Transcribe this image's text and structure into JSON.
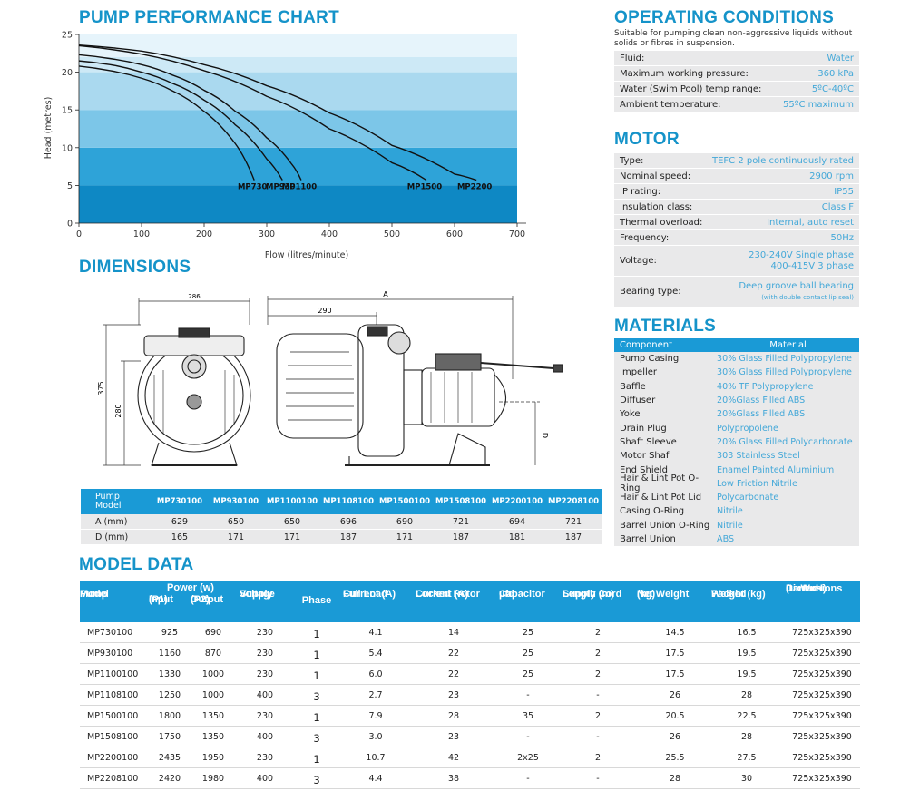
{
  "sections": {
    "performance": "PUMP PERFORMANCE CHART",
    "dimensions": "DIMENSIONS",
    "model_data": "MODEL DATA",
    "operating": "OPERATING CONDITIONS",
    "motor": "MOTOR",
    "materials": "MATERIALS"
  },
  "chart_data": {
    "type": "line",
    "title": "",
    "xlabel": "Flow (litres/minute)",
    "ylabel": "Head (metres)",
    "xlim": [
      0,
      700
    ],
    "ylim": [
      0,
      25
    ],
    "x_ticks": [
      "0",
      "100",
      "200",
      "300",
      "400",
      "500",
      "600",
      "700"
    ],
    "y_ticks": [
      "0",
      "5",
      "10",
      "15",
      "20",
      "25"
    ],
    "series": [
      {
        "name": "MP730",
        "points": [
          [
            0,
            20.8
          ],
          [
            50,
            20.2
          ],
          [
            100,
            19.2
          ],
          [
            150,
            17.5
          ],
          [
            200,
            14.8
          ],
          [
            250,
            10.5
          ],
          [
            280,
            5.7
          ]
        ]
      },
      {
        "name": "MP930",
        "points": [
          [
            0,
            21.5
          ],
          [
            50,
            21.0
          ],
          [
            100,
            20.0
          ],
          [
            150,
            18.5
          ],
          [
            200,
            16.3
          ],
          [
            250,
            13.0
          ],
          [
            300,
            8.5
          ],
          [
            325,
            5.7
          ]
        ]
      },
      {
        "name": "MP1100",
        "points": [
          [
            0,
            22.3
          ],
          [
            50,
            21.8
          ],
          [
            100,
            21.0
          ],
          [
            150,
            19.6
          ],
          [
            200,
            17.6
          ],
          [
            250,
            14.8
          ],
          [
            300,
            11.3
          ],
          [
            340,
            7.8
          ],
          [
            355,
            5.7
          ]
        ]
      },
      {
        "name": "MP1500",
        "points": [
          [
            0,
            23.5
          ],
          [
            100,
            22.4
          ],
          [
            200,
            20.2
          ],
          [
            300,
            16.8
          ],
          [
            400,
            12.5
          ],
          [
            500,
            8.0
          ],
          [
            555,
            5.7
          ]
        ]
      },
      {
        "name": "MP2200",
        "points": [
          [
            0,
            23.6
          ],
          [
            100,
            22.8
          ],
          [
            200,
            21.0
          ],
          [
            300,
            18.2
          ],
          [
            400,
            14.6
          ],
          [
            500,
            10.3
          ],
          [
            600,
            6.5
          ],
          [
            635,
            5.7
          ]
        ]
      }
    ]
  },
  "operating": {
    "description": "Suitable for pumping clean non-aggressive liquids without solids or fibres in suspension.",
    "rows": [
      {
        "k": "Fluid:",
        "v": "Water"
      },
      {
        "k": "Maximum working pressure:",
        "v": "360 kPa"
      },
      {
        "k": "Water (Swim Pool) temp range:",
        "v": "5ºC-40ºC"
      },
      {
        "k": "Ambient temperature:",
        "v": "55ºC maximum"
      }
    ]
  },
  "motor": {
    "rows": [
      {
        "k": "Type:",
        "v": "TEFC 2 pole continuously rated"
      },
      {
        "k": "Nominal speed:",
        "v": "2900 rpm"
      },
      {
        "k": "IP rating:",
        "v": "IP55"
      },
      {
        "k": "Insulation class:",
        "v": "Class F"
      },
      {
        "k": "Thermal overload:",
        "v": "Internal, auto reset"
      },
      {
        "k": "Frequency:",
        "v": "50Hz"
      }
    ],
    "voltage": {
      "k": "Voltage:",
      "v1": "230-240V Single phase",
      "v2": "400-415V 3 phase"
    },
    "bearing": {
      "k": "Bearing type:",
      "v1": "Deep groove ball bearing",
      "v2": "(with double contact lip seal)"
    }
  },
  "materials": {
    "header": [
      "Component",
      "Material"
    ],
    "rows": [
      [
        "Pump Casing",
        "30% Glass Filled Polypropylene"
      ],
      [
        "Impeller",
        "30% Glass Filled Polypropylene"
      ],
      [
        "Baffle",
        "40% TF Polypropylene"
      ],
      [
        "Diffuser",
        "20%Glass Filled ABS"
      ],
      [
        "Yoke",
        "20%Glass Filled ABS"
      ],
      [
        "Drain Plug",
        "Polypropolene"
      ],
      [
        "Shaft Sleeve",
        "20% Glass Filled Polycarbonate"
      ],
      [
        "Motor Shaf",
        "303 Stainless Steel"
      ],
      [
        "End Shield",
        "Enamel Painted Aluminium"
      ],
      [
        "Hair & Lint Pot O-Ring",
        "Low Friction Nitrile"
      ],
      [
        "Hair & Lint Pot Lid",
        "Polycarbonate"
      ],
      [
        "Casing O-Ring",
        "Nitrile"
      ],
      [
        "Barrel Union O-Ring",
        "Nitrile"
      ],
      [
        "Barrel Union",
        "ABS"
      ]
    ]
  },
  "drawing": {
    "w286": "286",
    "w290": "290",
    "a": "A",
    "h375": "375",
    "h280": "280",
    "d": "D"
  },
  "dim_table": {
    "head1": "Pump",
    "head2": "Model",
    "models": [
      "MP730100",
      "MP930100",
      "MP1100100",
      "MP1108100",
      "MP1500100",
      "MP1508100",
      "MP2200100",
      "MP2208100"
    ],
    "rows": [
      {
        "label": "A (mm)",
        "vals": [
          "629",
          "650",
          "650",
          "696",
          "690",
          "721",
          "694",
          "721"
        ]
      },
      {
        "label": "D (mm)",
        "vals": [
          "165",
          "171",
          "171",
          "187",
          "171",
          "187",
          "181",
          "187"
        ]
      }
    ]
  },
  "model_table": {
    "headers": {
      "pump": "Pump",
      "model": "Model",
      "power": "Power (w)",
      "input": "Input",
      "p1": "(P1)",
      "output": "Output",
      "p2": "(P2)",
      "supply": "Supply",
      "voltage": "Voltage",
      "phase": "Phase",
      "fl1": "Full Load",
      "fl2": "Current (A)",
      "lr1": "Locked Rotor",
      "lr2": "Current (A)",
      "cap1": "Capacitor",
      "cap2": "µfd",
      "cord1": "Supply Cord",
      "cord2": "Length (m)",
      "nw1": "Net Weight",
      "nw2": "(kg)",
      "pw1": "Packed",
      "pw2": "Weight (kg)",
      "cd1": "Carton",
      "cd2": "Dimensions",
      "cd3": "(LxWxH)"
    },
    "rows": [
      [
        "MP730100",
        "925",
        "690",
        "230",
        "1",
        "4.1",
        "14",
        "25",
        "2",
        "14.5",
        "16.5",
        "725x325x390"
      ],
      [
        "MP930100",
        "1160",
        "870",
        "230",
        "1",
        "5.4",
        "22",
        "25",
        "2",
        "17.5",
        "19.5",
        "725x325x390"
      ],
      [
        "MP1100100",
        "1330",
        "1000",
        "230",
        "1",
        "6.0",
        "22",
        "25",
        "2",
        "17.5",
        "19.5",
        "725x325x390"
      ],
      [
        "MP1108100",
        "1250",
        "1000",
        "400",
        "3",
        "2.7",
        "23",
        "-",
        "-",
        "26",
        "28",
        "725x325x390"
      ],
      [
        "MP1500100",
        "1800",
        "1350",
        "230",
        "1",
        "7.9",
        "28",
        "35",
        "2",
        "20.5",
        "22.5",
        "725x325x390"
      ],
      [
        "MP1508100",
        "1750",
        "1350",
        "400",
        "3",
        "3.0",
        "23",
        "-",
        "-",
        "26",
        "28",
        "725x325x390"
      ],
      [
        "MP2200100",
        "2435",
        "1950",
        "230",
        "1",
        "10.7",
        "42",
        "2x25",
        "2",
        "25.5",
        "27.5",
        "725x325x390"
      ],
      [
        "MP2208100",
        "2420",
        "1980",
        "400",
        "3",
        "4.4",
        "38",
        "-",
        "-",
        "28",
        "30",
        "725x325x390"
      ]
    ]
  }
}
